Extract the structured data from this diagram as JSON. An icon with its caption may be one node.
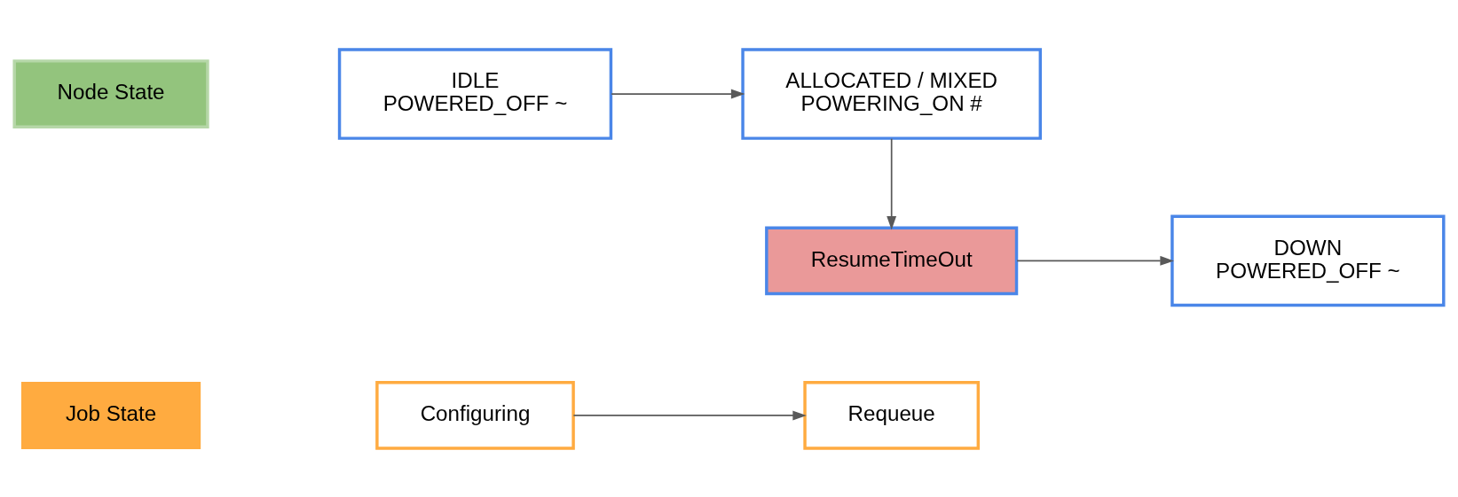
{
  "diagram": {
    "nodes": [
      {
        "text": [
          "Job State"
        ]
      },
      {
        "text": [
          "Configuring"
        ]
      },
      {
        "text": [
          "Requeue"
        ]
      },
      {
        "text": [
          "Node State"
        ]
      },
      {
        "text": [
          "IDLE",
          "POWERED_OFF ~"
        ]
      },
      {
        "text": [
          "ALLOCATED / MIXED",
          "POWERING_ON #"
        ]
      },
      {
        "text": [
          "ResumeTimeOut"
        ]
      },
      {
        "text": [
          "DOWN",
          "POWERED_OFF ~"
        ]
      }
    ],
    "edges": [
      {
        "from": 1,
        "to": 2,
        "arrow": "to"
      },
      {
        "from": 4,
        "to": 5,
        "arrow": "to"
      },
      {
        "from": 5,
        "to": 6,
        "arrow": "to"
      },
      {
        "from": 6,
        "to": 7,
        "arrow": "to"
      }
    ]
  }
}
